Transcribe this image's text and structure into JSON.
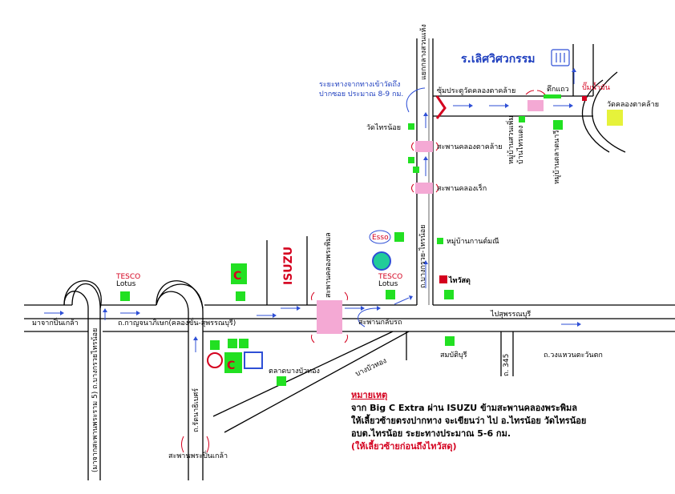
{
  "labels": {
    "from_pinklao": "มาจากปิ่นเกล้า",
    "kanchana_road": "ถ.กาญจนาภิเษก(คลองขั่น-สุพรรณบุรี)",
    "to_suphanburi": "ไปสุพรรณบุรี",
    "from_bangyai": "(มาจากสะพานพระราม 5) ถ.บางกรวยไทรน้อย",
    "rattanathibet": "ถ.รัตนาธิเบศร์",
    "bang_bua_thong": "บางบัวทอง",
    "pinklao_bridge": "สะพานพระปิ่นเกล้า",
    "klong_phimol_bridge": "สะพานคลองพระพิมล",
    "kheng_bridge": "สะพานกลับรถ",
    "bangkruai_sainoi": "ถ.บางกรวย-ไทรน้อย",
    "klong_tanlai_bridge": "สะพานคลองตาคล้าย",
    "klong_rek_bridge": "สะพานคลองเร็ก",
    "wat_sainoi": "วัดไทรน้อย",
    "moo_ban": "หมู่บ้านกานต์มณี",
    "suan_kanjana": "แยกกลางสวนแห้ง",
    "soi_wat": "ซุ้มประตูวัดคลองตาคล้าย",
    "school": "ร.เลิศวิศวกรรม",
    "shophouse": "ตึกแถว",
    "gas_station": "ปั๊มน้ำมัน",
    "wat_klong": "วัดคลองตาคล้าย",
    "distance_note_1": "ระยะทางจากทางเข้าวัดถึง",
    "distance_note_2": "ปากซอย ประมาณ 8-9 กม.",
    "village_1": "หมู่บ้านสวนเพิ่ม",
    "village_2": "บ้านไทรแดง",
    "village_3": "หมู่บ้านตลาดนาวี",
    "sombat": "สมบัติบุรี",
    "road_345": "ถ. 345",
    "wongwaen": "ถ.วงแหวนตะวันตก",
    "bangbuathong_market": "ตลาดบางบัวทอง",
    "tesco1": "TESCO",
    "lotus1": "Lotus",
    "tesco2": "TESCO",
    "lotus2": "Lotus",
    "isuzu": "ISUZU",
    "esso": "Esso",
    "thaiwatsadu": "ไทวัสดุ",
    "bigc": "C",
    "bigc2": "C"
  },
  "note": {
    "title": "หมายเหตุ",
    "line1": "จาก Big C Extra ผ่าน ISUZU ข้ามสะพานคลองพระพิมล",
    "line2": "ให้เลี้ยวซ้ายตรงปากทาง จะเขียนว่า ไป อ.ไทรน้อย วัดไทรน้อย",
    "line3": "อบต.ไทรน้อย ระยะทางประมาณ 5-6 กม.",
    "line4": "(ให้เลี้ยวซ้ายก่อนถึงไทวัสดุ)"
  },
  "colors": {
    "road": "#000000",
    "arrow": "#2e4fd6",
    "landmark": "#22e022",
    "bridge": "#f4a9d4",
    "red": "#d4001e",
    "temple": "#e6f23a"
  }
}
